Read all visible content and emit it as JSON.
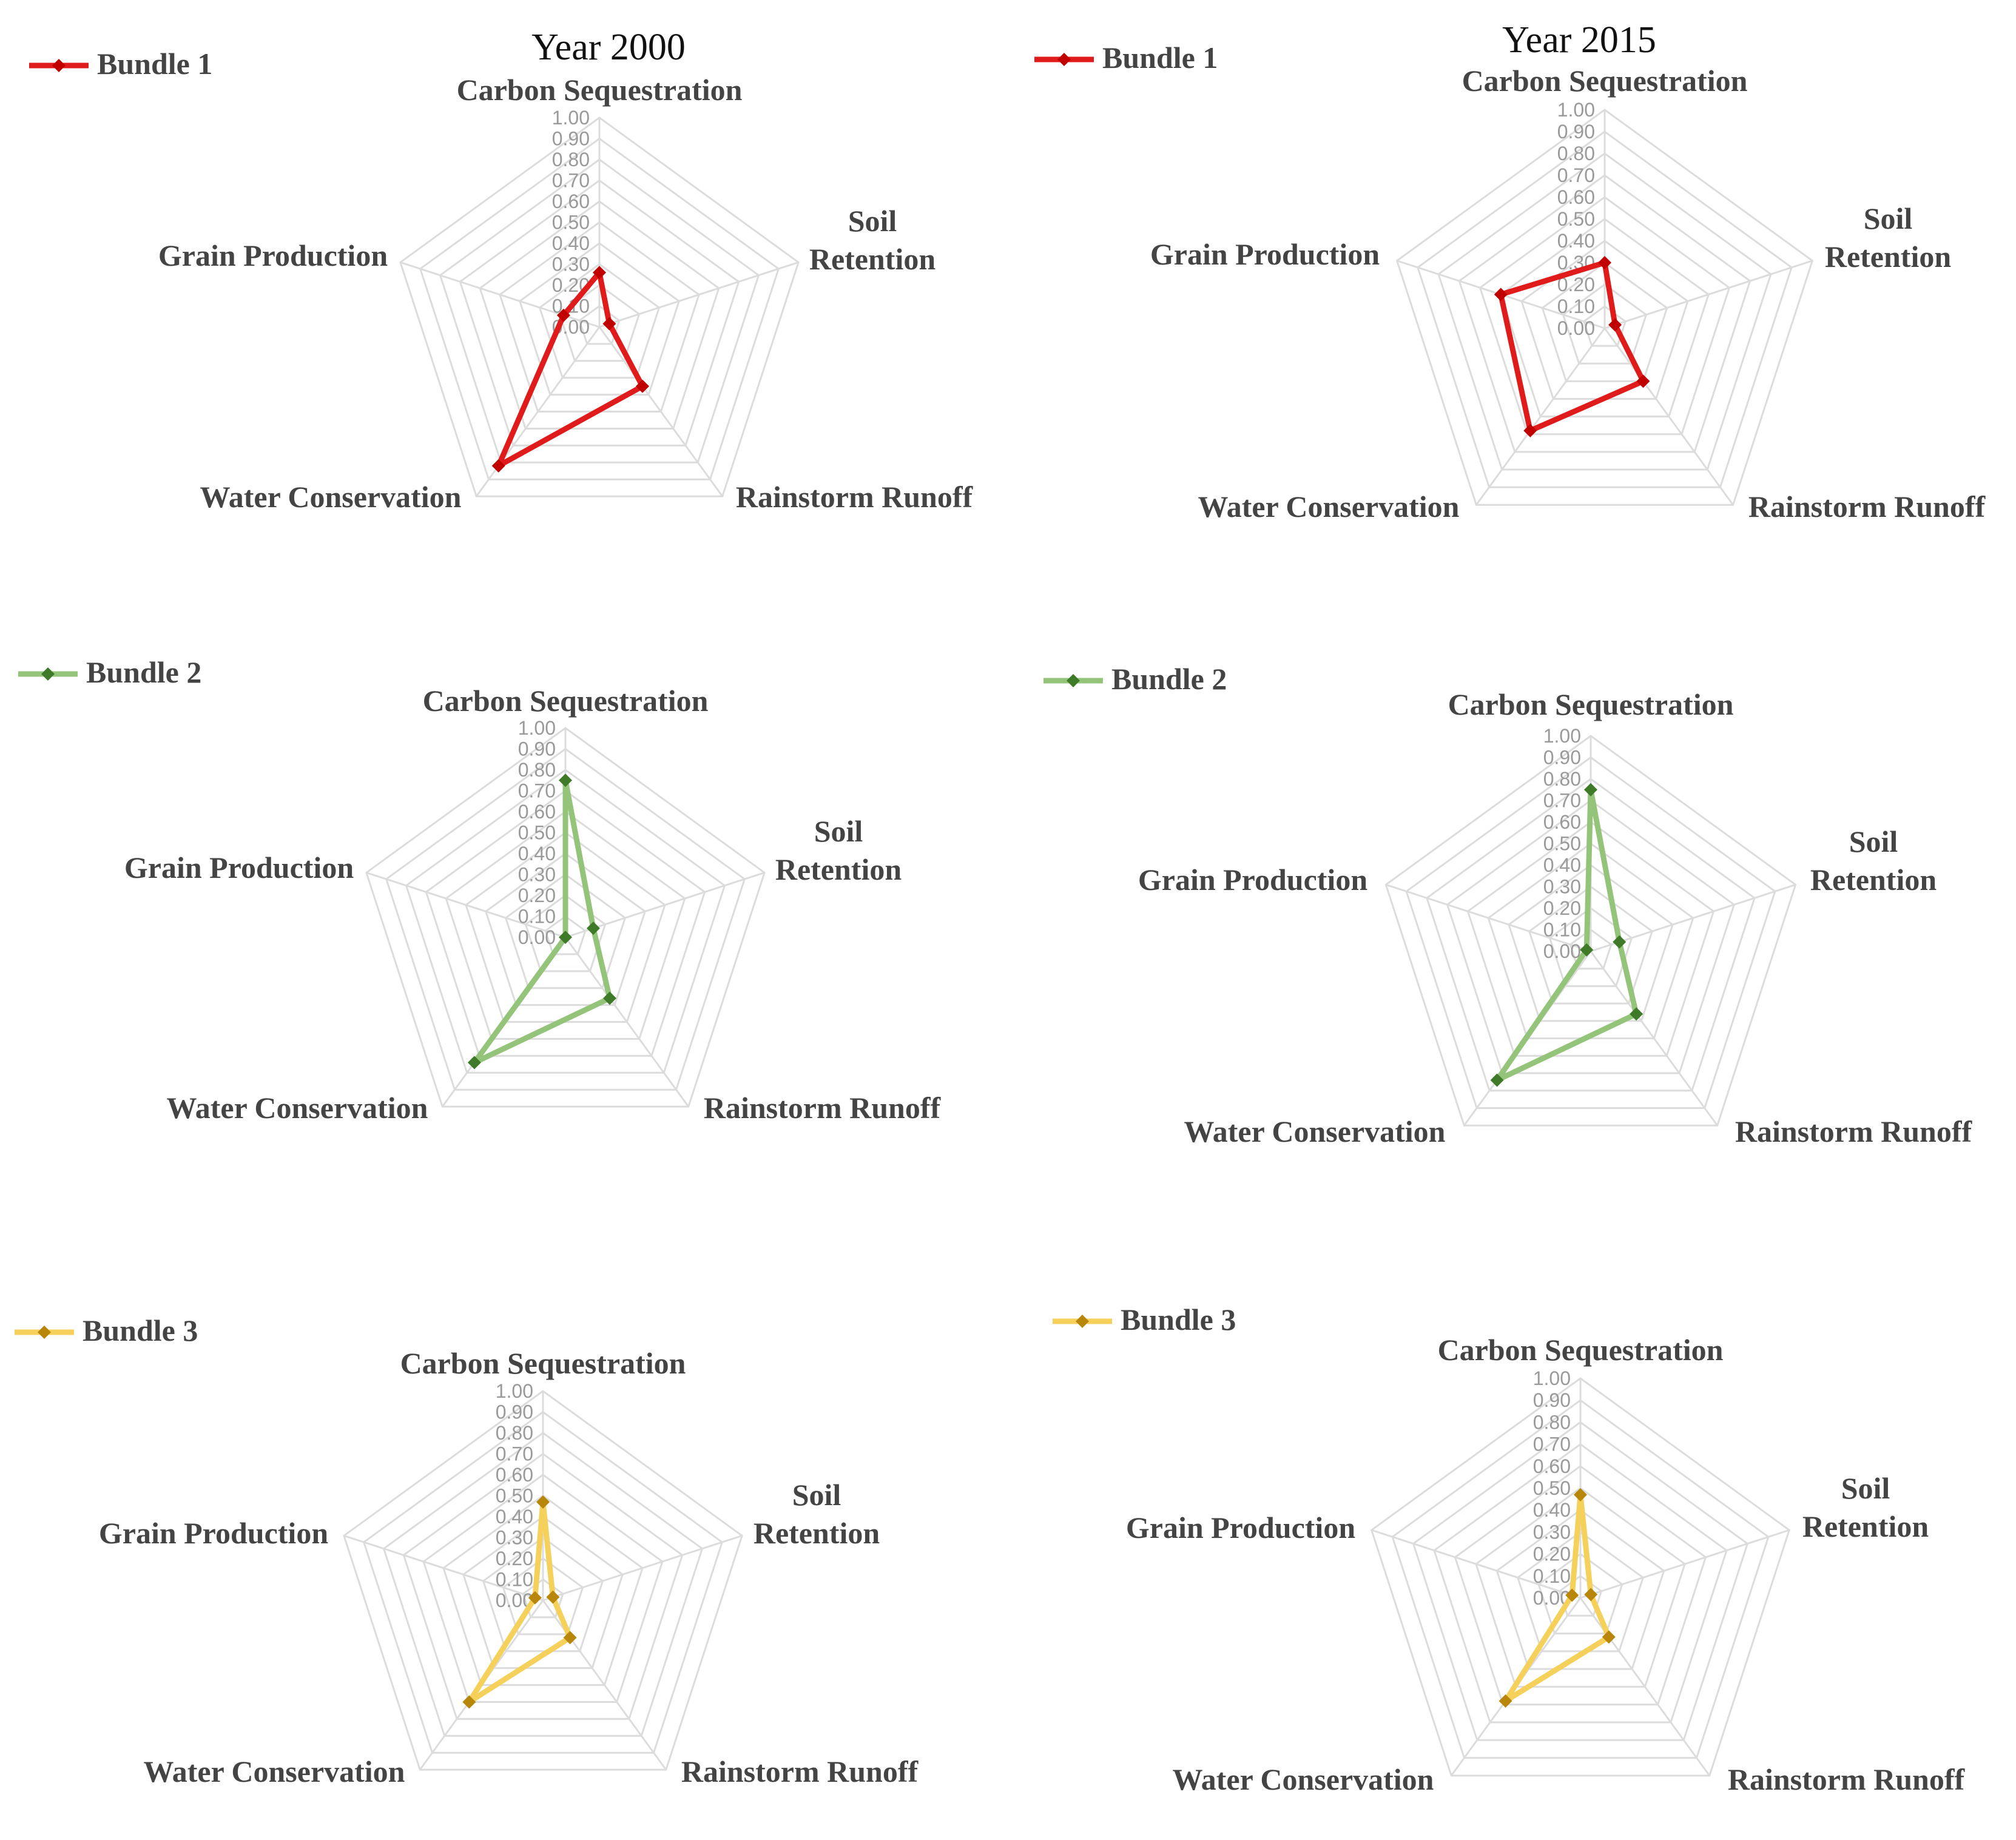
{
  "column_titles": [
    "Year 2000",
    "Year 2015"
  ],
  "colors": {
    "bundle_1": {
      "line": "#e01b1b",
      "marker": "#c00000"
    },
    "bundle_2": {
      "line": "#94c47a",
      "marker": "#3f7a28"
    },
    "bundle_3": {
      "line": "#f5d15c",
      "marker": "#b8860b"
    },
    "grid": "#dcdcdc",
    "tick_text": "#9a9a9a",
    "label_text": "#444444"
  },
  "chart_data": [
    {
      "type": "radar",
      "title": "Year 2000",
      "legend": "Bundle 1",
      "legend_position": "top-left",
      "axes": [
        "Carbon Sequestration",
        "Soil Retention",
        "Rainstorm Runoff",
        "Water Conservation",
        "Grain Production"
      ],
      "ticks": [
        "0.00",
        "0.10",
        "0.20",
        "0.30",
        "0.40",
        "0.50",
        "0.60",
        "0.70",
        "0.80",
        "0.90",
        "1.00"
      ],
      "rlim": [
        0,
        1
      ],
      "series": [
        {
          "name": "Bundle 1",
          "values": [
            0.26,
            0.05,
            0.35,
            0.82,
            0.18
          ]
        }
      ]
    },
    {
      "type": "radar",
      "title": "Year 2015",
      "legend": "Bundle 1",
      "legend_position": "top-left",
      "axes": [
        "Carbon Sequestration",
        "Soil Retention",
        "Rainstorm Runoff",
        "Water Conservation",
        "Grain Production"
      ],
      "ticks": [
        "0.00",
        "0.10",
        "0.20",
        "0.30",
        "0.40",
        "0.50",
        "0.60",
        "0.70",
        "0.80",
        "0.90",
        "1.00"
      ],
      "rlim": [
        0,
        1
      ],
      "series": [
        {
          "name": "Bundle 1",
          "values": [
            0.3,
            0.05,
            0.3,
            0.58,
            0.5
          ]
        }
      ]
    },
    {
      "type": "radar",
      "legend": "Bundle 2",
      "legend_position": "top-left",
      "axes": [
        "Carbon Sequestration",
        "Soil Retention",
        "Rainstorm Runoff",
        "Water Conservation",
        "Grain Production"
      ],
      "ticks": [
        "0.00",
        "0.10",
        "0.20",
        "0.30",
        "0.40",
        "0.50",
        "0.60",
        "0.70",
        "0.80",
        "0.90",
        "1.00"
      ],
      "rlim": [
        0,
        1
      ],
      "series": [
        {
          "name": "Bundle 2",
          "values": [
            0.75,
            0.14,
            0.36,
            0.74,
            0.0
          ]
        }
      ]
    },
    {
      "type": "radar",
      "legend": "Bundle 2",
      "legend_position": "top-left",
      "axes": [
        "Carbon Sequestration",
        "Soil Retention",
        "Rainstorm Runoff",
        "Water Conservation",
        "Grain Production"
      ],
      "ticks": [
        "0.00",
        "0.10",
        "0.20",
        "0.30",
        "0.40",
        "0.50",
        "0.60",
        "0.70",
        "0.80",
        "0.90",
        "1.00"
      ],
      "rlim": [
        0,
        1
      ],
      "series": [
        {
          "name": "Bundle 2",
          "values": [
            0.75,
            0.14,
            0.36,
            0.74,
            0.02
          ]
        }
      ]
    },
    {
      "type": "radar",
      "legend": "Bundle 3",
      "legend_position": "top-left",
      "axes": [
        "Carbon Sequestration",
        "Soil Retention",
        "Rainstorm Runoff",
        "Water Conservation",
        "Grain Production"
      ],
      "ticks": [
        "0.00",
        "0.10",
        "0.20",
        "0.30",
        "0.40",
        "0.50",
        "0.60",
        "0.70",
        "0.80",
        "0.90",
        "1.00"
      ],
      "rlim": [
        0,
        1
      ],
      "series": [
        {
          "name": "Bundle 3",
          "values": [
            0.47,
            0.05,
            0.22,
            0.6,
            0.04
          ]
        }
      ]
    },
    {
      "type": "radar",
      "legend": "Bundle 3",
      "legend_position": "top-left",
      "axes": [
        "Carbon Sequestration",
        "Soil Retention",
        "Rainstorm Runoff",
        "Water Conservation",
        "Grain Production"
      ],
      "ticks": [
        "0.00",
        "0.10",
        "0.20",
        "0.30",
        "0.40",
        "0.50",
        "0.60",
        "0.70",
        "0.80",
        "0.90",
        "1.00"
      ],
      "rlim": [
        0,
        1
      ],
      "series": [
        {
          "name": "Bundle 3",
          "values": [
            0.47,
            0.05,
            0.22,
            0.58,
            0.04
          ]
        }
      ]
    }
  ]
}
